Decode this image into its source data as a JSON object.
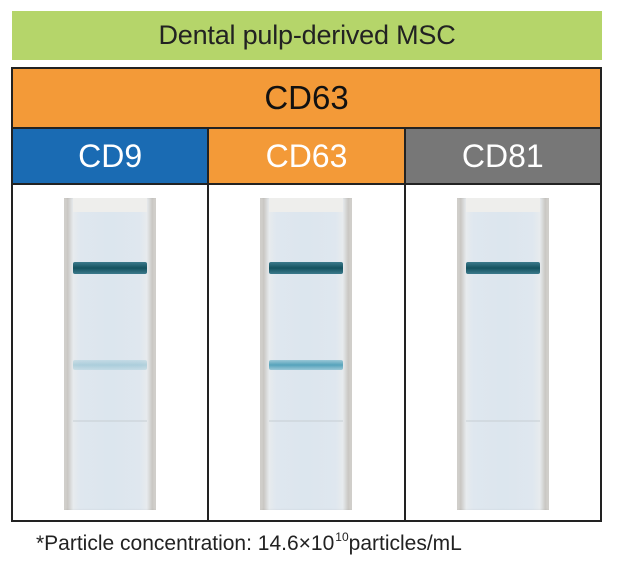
{
  "title": "Dental pulp-derived MSC",
  "capture_antibody": {
    "label": "CD63",
    "color": "#f39a38"
  },
  "detection_antibodies": [
    {
      "label": "CD9",
      "color": "#1a6bb3",
      "test_band_intensity": 0.28
    },
    {
      "label": "CD63",
      "color": "#f39a38",
      "test_band_intensity": 0.75
    },
    {
      "label": "CD81",
      "color": "#777777",
      "test_band_intensity": 0.0
    }
  ],
  "footnote": {
    "prefix": "*Particle concentration: 14.6×10",
    "exponent": "10",
    "suffix": "particles/mL"
  }
}
